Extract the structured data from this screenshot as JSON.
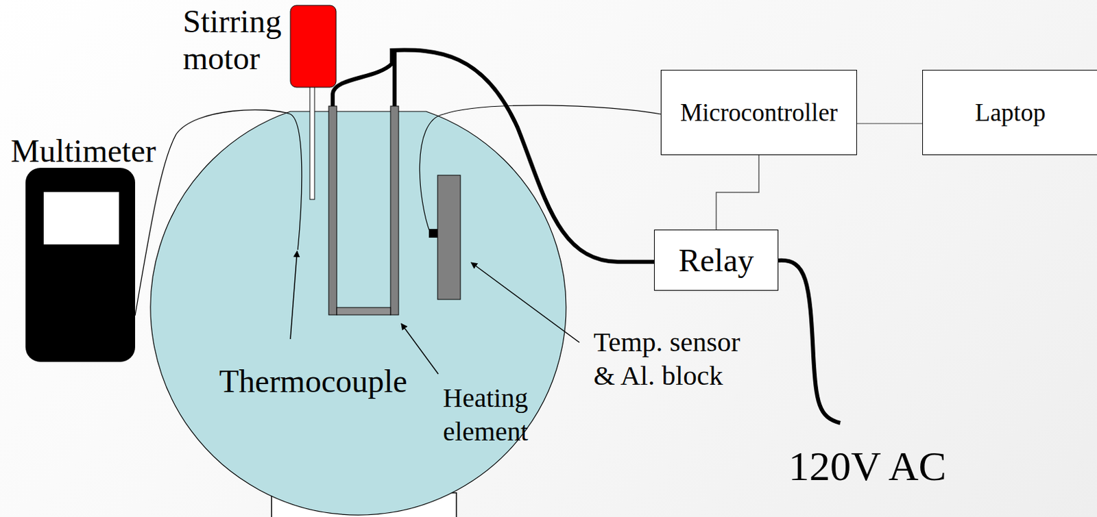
{
  "diagram": {
    "nodes": [
      {
        "text": [
          "Microcontroller"
        ]
      },
      {
        "text": [
          "Laptop"
        ]
      },
      {
        "text": [
          "Relay"
        ]
      }
    ],
    "edges": [
      {
        "from": 0,
        "to": 1,
        "arrow": "none"
      },
      {
        "from": 0,
        "to": 2,
        "arrow": "none"
      }
    ],
    "labels": [
      "Stirring motor",
      "Multimeter",
      "Thermocouple",
      "Heating element",
      "Temp. sensor & Al. block",
      "120V AC"
    ]
  }
}
